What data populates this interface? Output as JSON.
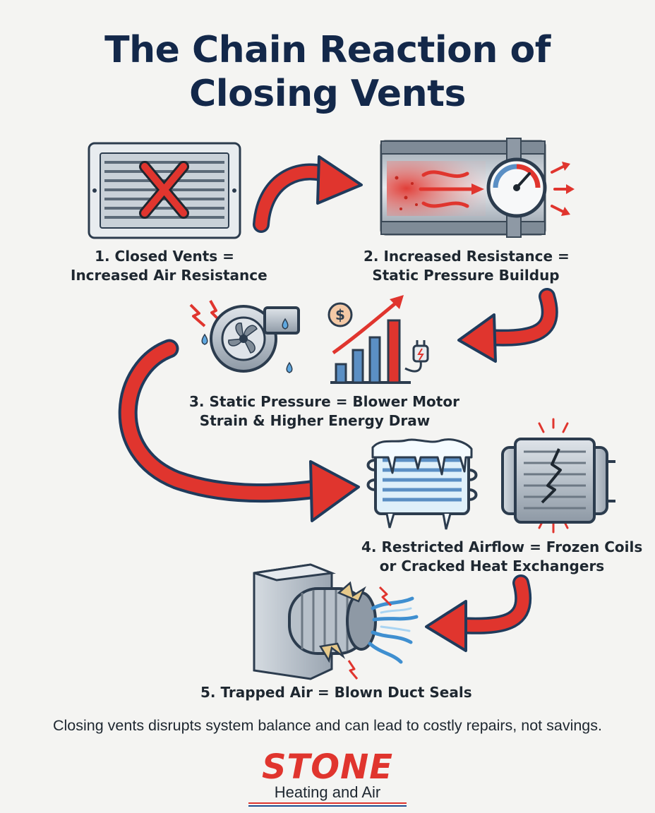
{
  "title": {
    "line1": "The Chain Reaction of",
    "line2": "Closing Vents"
  },
  "steps": [
    {
      "line1": "1. Closed Vents =",
      "line2": "Increased Air Resistance"
    },
    {
      "line1": "2. Increased Resistance =",
      "line2": "Static Pressure Buildup"
    },
    {
      "line1": "3. Static Pressure = Blower Motor",
      "line2": "Strain & Higher Energy Draw"
    },
    {
      "line1": "4. Restricted Airflow = Frozen Coils",
      "line2": "or Cracked Heat Exchangers"
    },
    {
      "line1": "5. Trapped Air = Blown Duct Seals",
      "line2": ""
    }
  ],
  "dollar_symbol": "$",
  "footer_note": "Closing vents disrupts system balance and can lead to costly repairs, not savings.",
  "brand": {
    "name": "STONE",
    "tagline": "Heating and Air"
  },
  "colors": {
    "title": "#13284a",
    "arrow_red": "#e0352e",
    "arrow_outline": "#1f3b5c",
    "metal": "#b9c2cb",
    "ice": "#cfe8f7",
    "brand_red": "#e0352e",
    "brand_blue": "#1f4e8f"
  },
  "icons": [
    "closed-vent-icon",
    "x-mark-icon",
    "duct-pressure-icon",
    "pressure-gauge-icon",
    "blower-fan-icon",
    "energy-cost-chart-icon",
    "dollar-icon",
    "plug-icon",
    "frozen-coil-icon",
    "cracked-heat-exchanger-icon",
    "blown-duct-seal-icon",
    "spark-icon",
    "water-drop-icon"
  ]
}
